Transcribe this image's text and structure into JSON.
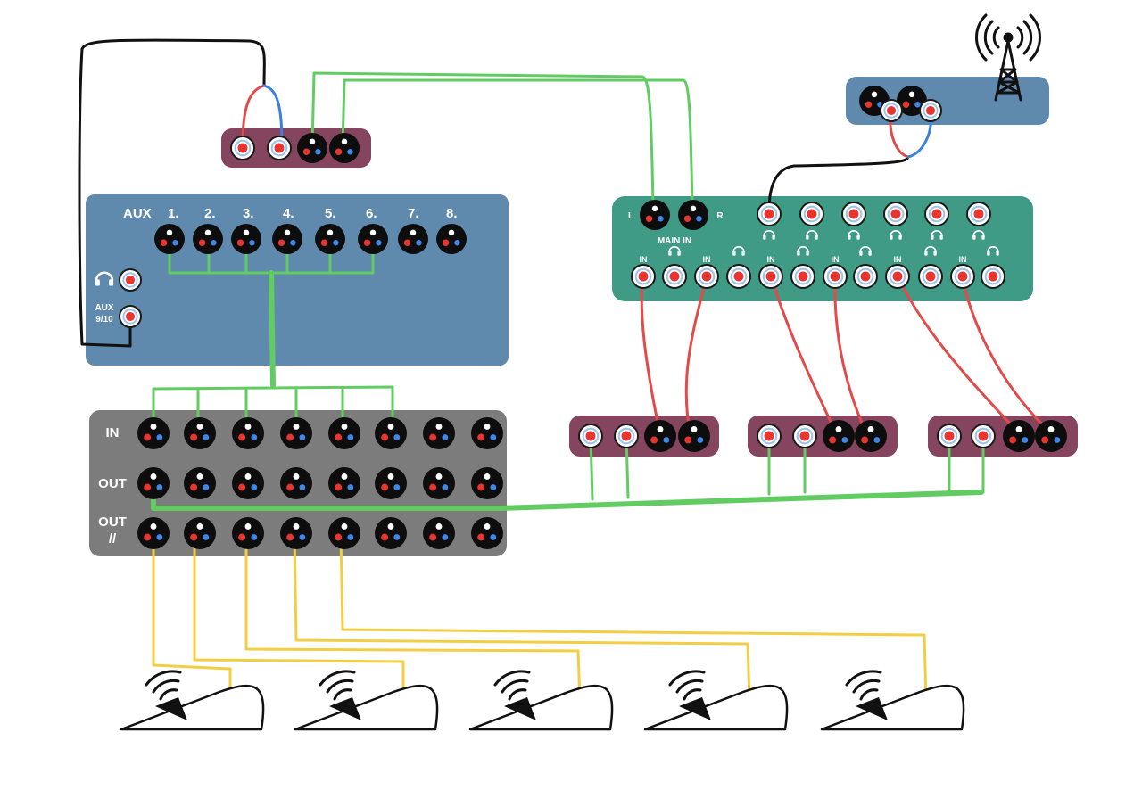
{
  "colors": {
    "aux_panel": "#5f8aae",
    "stagebox": "#7c7c7c",
    "splitter_box": "#86455e",
    "interface_panel": "#3f9a86",
    "receiver_panel": "#5f8aae",
    "cable_green": "#62cc62",
    "cable_red": "#e34a4a",
    "cable_yellow": "#f2ce45",
    "cable_black": "#111111",
    "cable_blue": "#3d7fe0",
    "jack_black": "#0d0d0d",
    "dot_red": "#e8352f",
    "dot_blue": "#3f86e8",
    "trs_ring": "#9ec3ea"
  },
  "mixer": {
    "aux_label": "AUX",
    "aux_numbers": [
      "1.",
      "2.",
      "3.",
      "4.",
      "5.",
      "6.",
      "7.",
      "8."
    ],
    "aux_9_10_line1": "AUX",
    "aux_9_10_line2": "9/10",
    "headphone_icon": "headphones-icon"
  },
  "stagebox": {
    "in_label": "IN",
    "out_label": "OUT",
    "out_parallel_line1": "OUT",
    "out_parallel_line2": "//"
  },
  "interface": {
    "left_label": "L",
    "right_label": "R",
    "main_in_label": "MAIN IN",
    "in_label": "IN",
    "headphone_icon": "headphones-icon"
  },
  "receiver": {
    "antenna_icon": "radio-tower-icon"
  },
  "monitors": {
    "count": 5,
    "speaker_icon": "wedge-monitor-speaker-icon"
  }
}
